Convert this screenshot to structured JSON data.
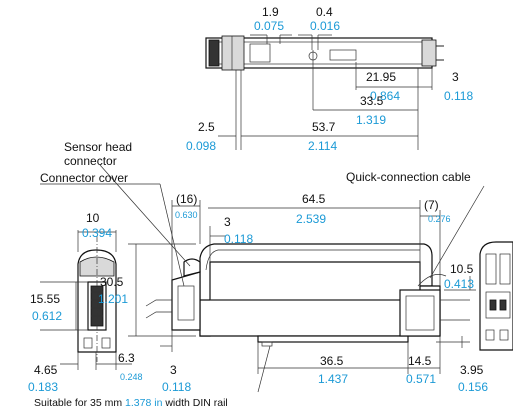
{
  "labels": {
    "sensor_head_connector_1": "Sensor head",
    "sensor_head_connector_2": "connector",
    "connector_cover": "Connector cover",
    "quick_connection_cable": "Quick-connection cable",
    "din_prefix": "Suitable for 35 mm ",
    "din_inch": "1.378 in",
    "din_suffix": " width DIN rail"
  },
  "dims": {
    "d1": {
      "mm": "1.9",
      "in": "0.075"
    },
    "d2": {
      "mm": "0.4",
      "in": "0.016"
    },
    "d3": {
      "mm": "21.95",
      "in": "0.864"
    },
    "d4": {
      "mm": "3",
      "in": "0.118"
    },
    "d5": {
      "mm": "33.5",
      "in": "1.319"
    },
    "d6": {
      "mm": "2.5",
      "in": "0.098"
    },
    "d7": {
      "mm": "53.7",
      "in": "2.114"
    },
    "d8": {
      "mm": "(16)",
      "in": "0.630"
    },
    "d9": {
      "mm": "64.5",
      "in": "2.539"
    },
    "d10": {
      "mm": "(7)",
      "in": "0.276"
    },
    "d11": {
      "mm": "3",
      "in": "0.118"
    },
    "d12": {
      "mm": "10",
      "in": "0.394"
    },
    "d13": {
      "mm": "30.5",
      "in": "1.201"
    },
    "d14": {
      "mm": "10.5",
      "in": "0.413"
    },
    "d15": {
      "mm": "15.55",
      "in": "0.612"
    },
    "d16": {
      "mm": "4.65",
      "in": "0.183"
    },
    "d17": {
      "mm": "6.3",
      "in": "0.248"
    },
    "d18": {
      "mm": "3",
      "in": "0.118"
    },
    "d19": {
      "mm": "36.5",
      "in": "1.437"
    },
    "d20": {
      "mm": "14.5",
      "in": "0.571"
    },
    "d21": {
      "mm": "3.95",
      "in": "0.156"
    }
  }
}
